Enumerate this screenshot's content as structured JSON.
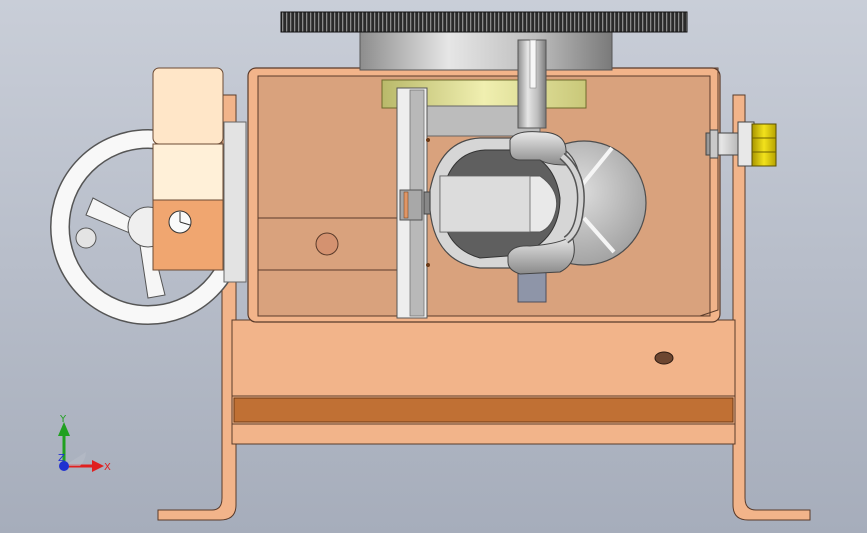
{
  "scene": {
    "background_top": "#c9ced8",
    "background_bottom": "#a6adbb",
    "colors": {
      "copper": "#f2b48a",
      "copper_dark": "#d98d5c",
      "copper_edge": "#5a3b2a",
      "wood_panel": "#d9a27d",
      "wood_bar": "#c07034",
      "steel": "#c9c9c9",
      "steel_dark": "#7d7d7d",
      "gear_teeth": "#1d1d1d",
      "brass": "#e8e6a0",
      "bolt_yellow": "#e6d20a",
      "handwheel": "#f6f6f6",
      "bearing_cream": "#ffe6c8"
    }
  },
  "triad": {
    "x_label": "X",
    "y_label": "Y",
    "z_label": "Z",
    "x_color": "#e02020",
    "y_color": "#20a020",
    "z_color": "#2030d0"
  }
}
